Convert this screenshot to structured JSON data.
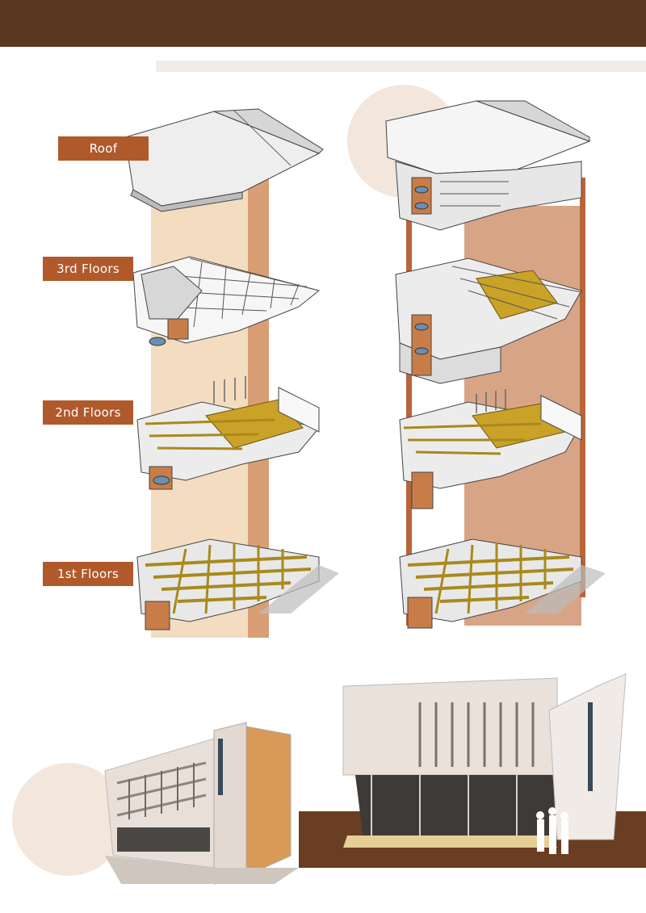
{
  "labels": {
    "roof": "Roof",
    "floor3": "3rd Floors",
    "floor2": "2nd Floors",
    "floor1": "1st Floors"
  },
  "colors": {
    "header": "#5a3820",
    "label_bg": "#b0592b",
    "column_light": "#f4dcc0",
    "column_mid": "#d99e74",
    "column_dark": "#b9643a",
    "accent_yellow": "#c9a227",
    "ground": "#6a3e22"
  }
}
